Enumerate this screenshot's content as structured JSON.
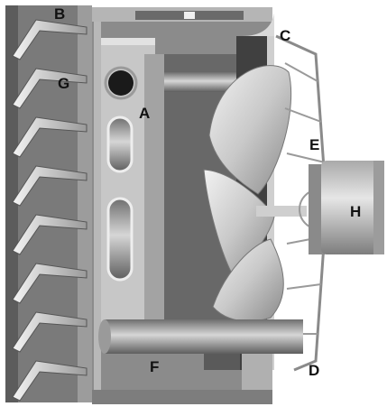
{
  "diagram": {
    "callouts": [
      {
        "id": "B",
        "text": "B"
      },
      {
        "id": "G",
        "text": "G"
      },
      {
        "id": "C",
        "text": "C"
      },
      {
        "id": "A",
        "text": "A"
      },
      {
        "id": "E",
        "text": "E"
      },
      {
        "id": "H",
        "text": "H"
      },
      {
        "id": "F",
        "text": "F"
      },
      {
        "id": "D",
        "text": "D"
      }
    ],
    "colors": {
      "background": "#ffffff",
      "housing": "#8e8e8e",
      "housing_dark": "#5a5a5a",
      "interior": "#6f6f6f",
      "blade": "#d4d4d4",
      "motor": "#bdbdbd",
      "label": "#111111"
    }
  }
}
